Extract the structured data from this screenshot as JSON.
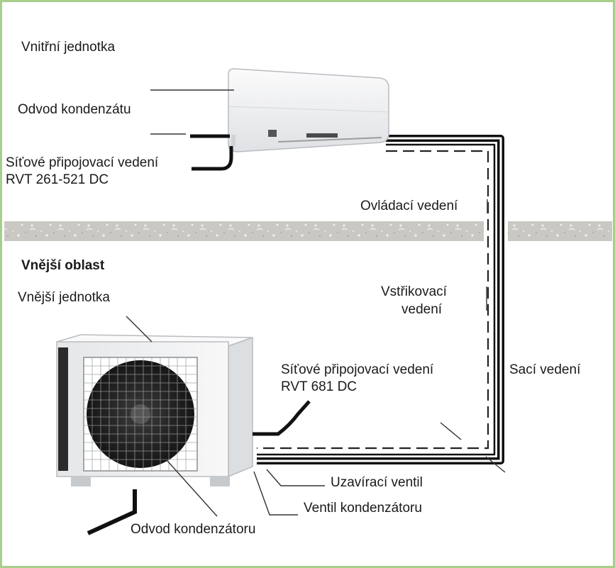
{
  "labels": {
    "indoor_area": "Vnitřní jednotka",
    "condensate_drain_indoor": "Odvod kondenzátu",
    "power_line_indoor_1": "Síťové připojovací vedení",
    "power_line_indoor_2": "RVT 261-521 DC",
    "control_line": "Ovládací vedení",
    "outdoor_area": "Vnější oblast",
    "outdoor_unit": "Vnější jednotka",
    "injection_line_1": "Vstřikovací",
    "injection_line_2": "vedení",
    "power_line_outdoor_1": "Síťové připojovací vedení",
    "power_line_outdoor_2": "RVT 681 DC",
    "suction_line": "Sací vedení",
    "shutoff_valve": "Uzavírací ventil",
    "condenser_valve": "Ventil kondenzátoru",
    "condensate_drain_outdoor": "Odvod kondenzátoru"
  },
  "colors": {
    "frame_border": "#a6d08a",
    "wall": "#c9c8c2",
    "pipe": "#111111",
    "leader": "#333333",
    "unit_body": "#f1f2f3"
  }
}
